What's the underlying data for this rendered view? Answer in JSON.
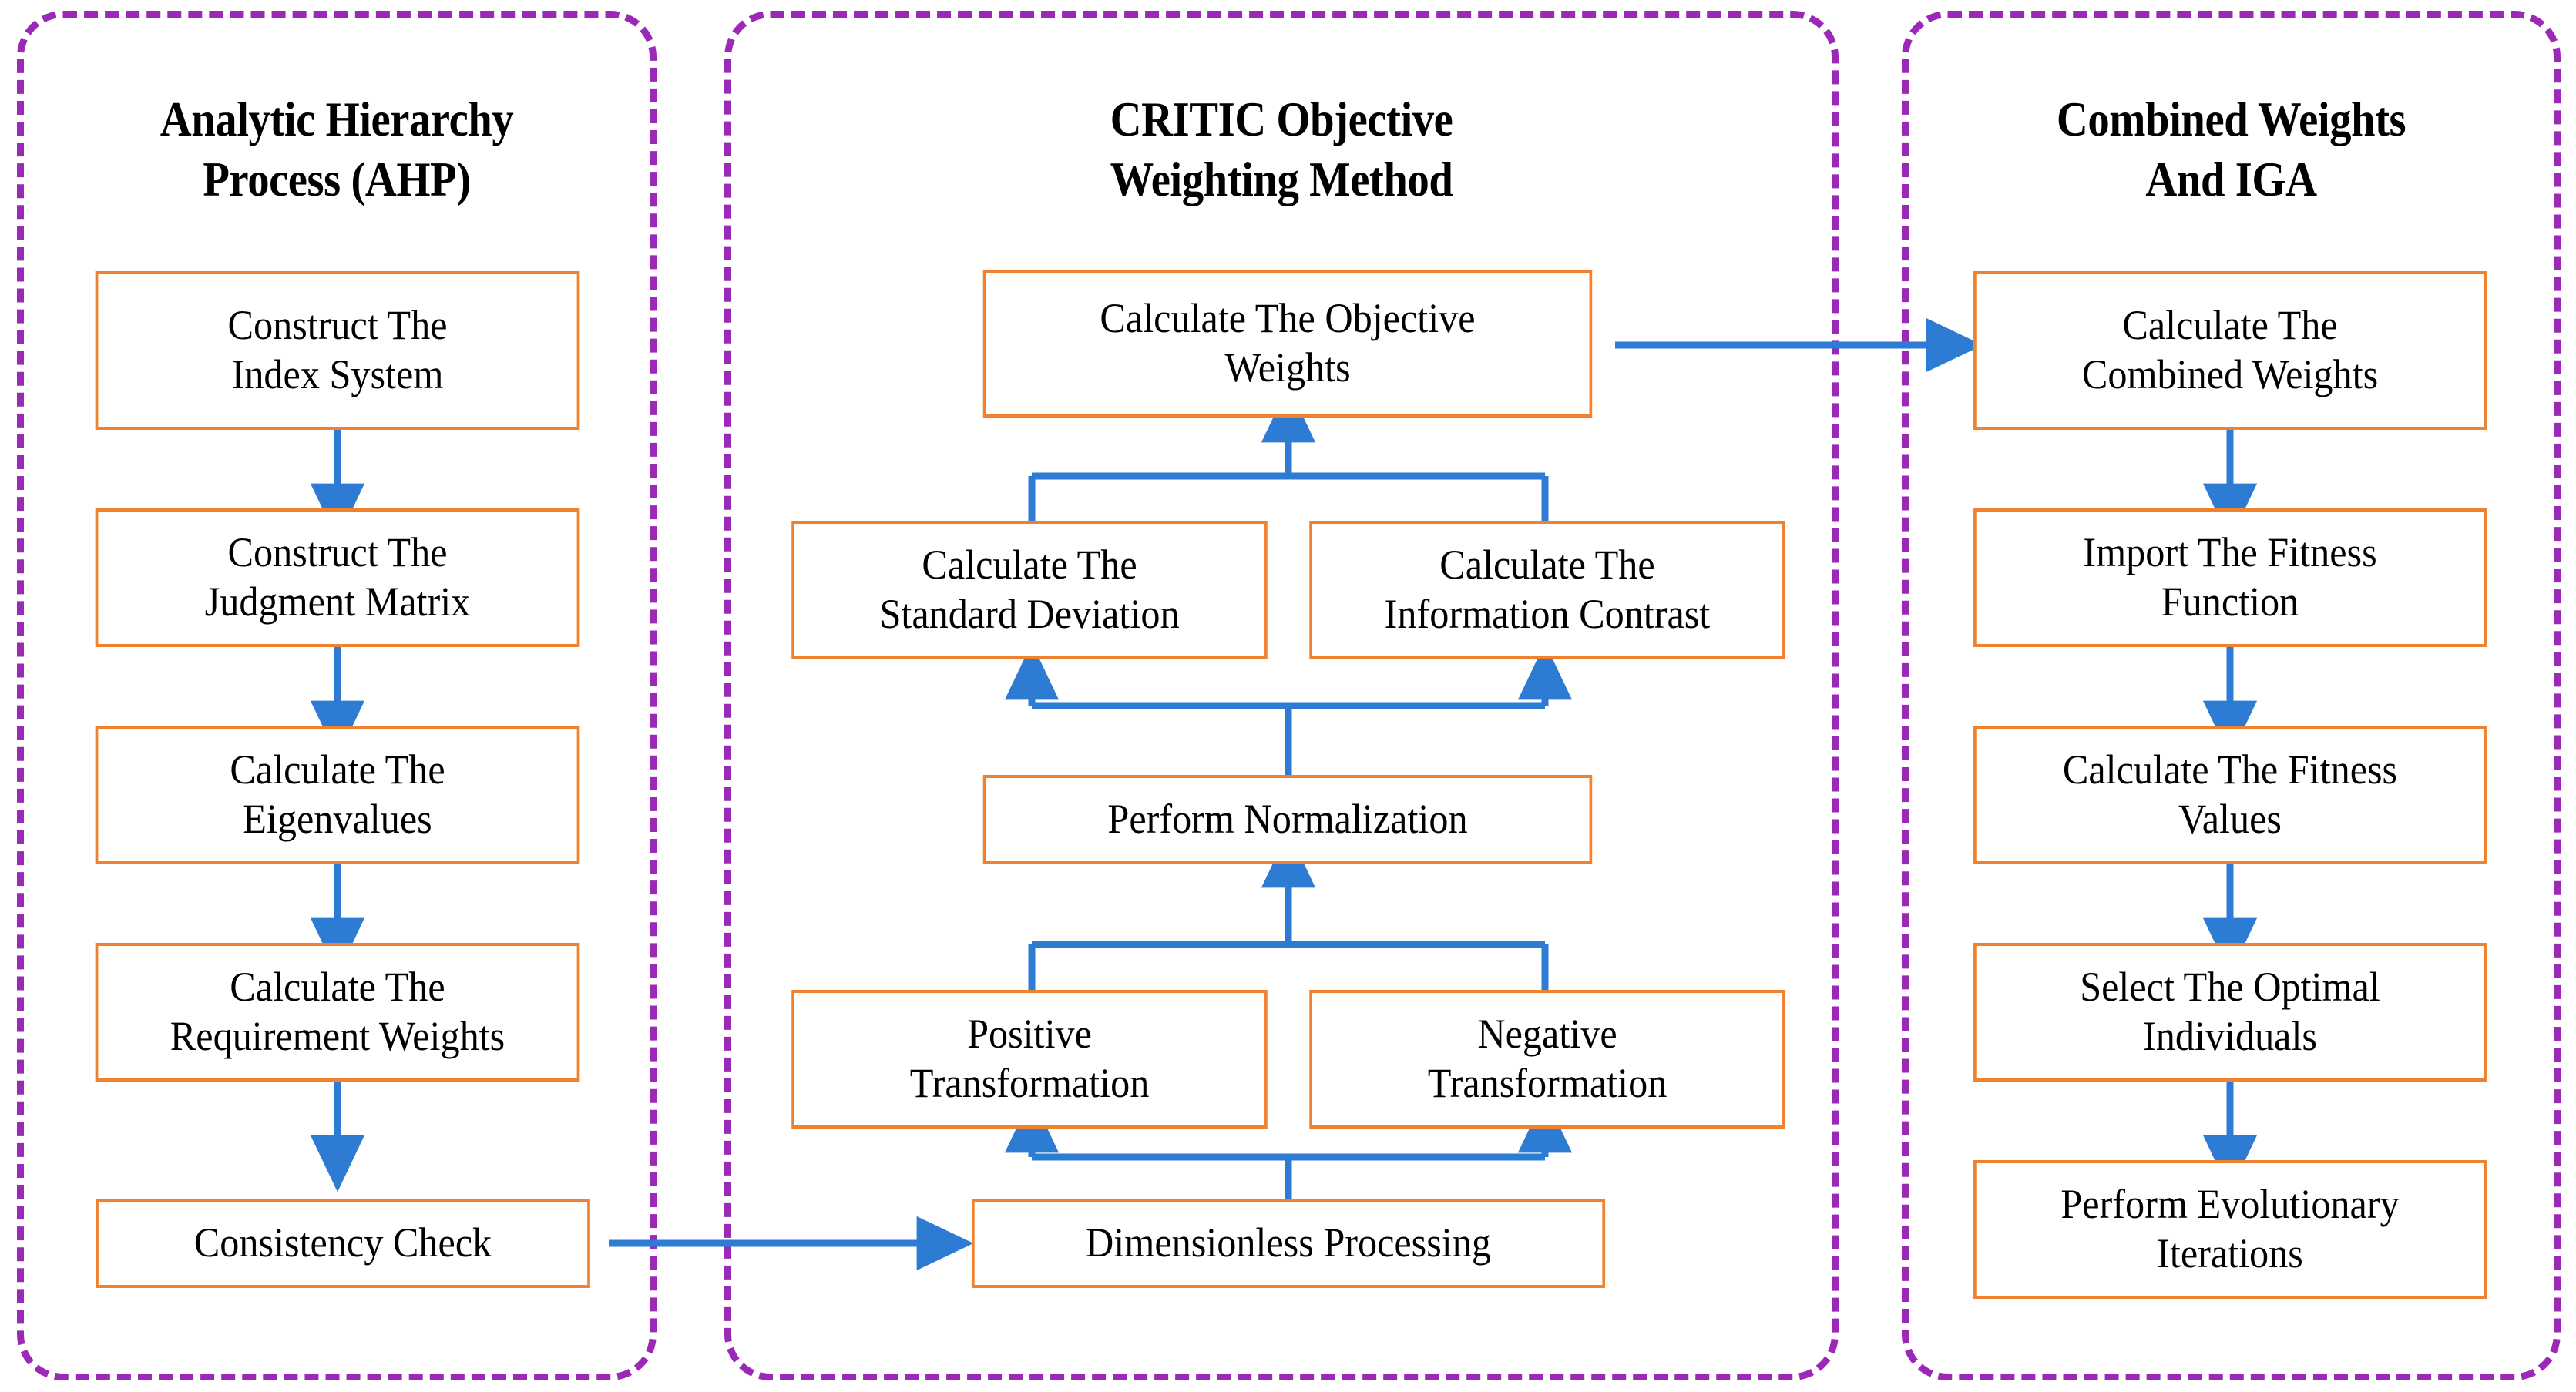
{
  "diagram": {
    "title_hidden": "",
    "colors": {
      "box_border": "#F0822F",
      "arrow": "#2E7BD4",
      "panel_border": "#9C28B8",
      "text": "#000000",
      "background": "#FFFFFF"
    }
  },
  "panels": [
    {
      "id": "ahp",
      "title": "Analytic Hierarchy\nProcess (AHP)"
    },
    {
      "id": "critic",
      "title": "CRITIC Objective\nWeighting Method"
    },
    {
      "id": "combined",
      "title": "Combined Weights\nAnd IGA"
    }
  ],
  "ahp": {
    "title_line1": "Analytic Hierarchy",
    "title_line2": "Process (AHP)",
    "nodes": [
      {
        "id": "ahp-1",
        "label": "Construct The\nIndex System"
      },
      {
        "id": "ahp-2",
        "label": "Construct The\nJudgment Matrix"
      },
      {
        "id": "ahp-3",
        "label": "Calculate The\nEigenvalues"
      },
      {
        "id": "ahp-4",
        "label": "Calculate The\nRequirement Weights"
      },
      {
        "id": "ahp-5",
        "label": "Consistency Check"
      }
    ]
  },
  "critic": {
    "title_line1": "CRITIC Objective",
    "title_line2": "Weighting Method",
    "nodes": [
      {
        "id": "critic-1",
        "label": "Calculate The Objective\nWeights"
      },
      {
        "id": "critic-2",
        "label": "Calculate The\nStandard Deviation"
      },
      {
        "id": "critic-3",
        "label": "Calculate The\nInformation Contrast"
      },
      {
        "id": "critic-4",
        "label": "Perform Normalization"
      },
      {
        "id": "critic-5",
        "label": "Positive\nTransformation"
      },
      {
        "id": "critic-6",
        "label": "Negative\nTransformation"
      },
      {
        "id": "critic-7",
        "label": "Dimensionless Processing"
      }
    ]
  },
  "combined": {
    "title_line1": "Combined Weights",
    "title_line2": "And IGA",
    "nodes": [
      {
        "id": "comb-1",
        "label": "Calculate The\nCombined Weights"
      },
      {
        "id": "comb-2",
        "label": "Import The  Fitness\nFunction"
      },
      {
        "id": "comb-3",
        "label": "Calculate The  Fitness\nValues"
      },
      {
        "id": "comb-4",
        "label": "Select The  Optimal\nIndividuals"
      },
      {
        "id": "comb-5",
        "label": "Perform Evolutionary\nIterations"
      }
    ]
  },
  "edges": [
    {
      "from": "ahp-1",
      "to": "ahp-2",
      "kind": "vertical-down"
    },
    {
      "from": "ahp-2",
      "to": "ahp-3",
      "kind": "vertical-down"
    },
    {
      "from": "ahp-3",
      "to": "ahp-4",
      "kind": "vertical-down"
    },
    {
      "from": "ahp-4",
      "to": "ahp-5",
      "kind": "vertical-down"
    },
    {
      "from": "ahp-5",
      "to": "critic-7",
      "kind": "horizontal-right"
    },
    {
      "from": "critic-7",
      "to": "critic-5",
      "kind": "split-up"
    },
    {
      "from": "critic-7",
      "to": "critic-6",
      "kind": "split-up"
    },
    {
      "from": "critic-5",
      "to": "critic-4",
      "kind": "merge-up"
    },
    {
      "from": "critic-6",
      "to": "critic-4",
      "kind": "merge-up"
    },
    {
      "from": "critic-4",
      "to": "critic-2",
      "kind": "split-up"
    },
    {
      "from": "critic-4",
      "to": "critic-3",
      "kind": "split-up"
    },
    {
      "from": "critic-2",
      "to": "critic-1",
      "kind": "merge-up"
    },
    {
      "from": "critic-3",
      "to": "critic-1",
      "kind": "merge-up"
    },
    {
      "from": "critic-1",
      "to": "comb-1",
      "kind": "horizontal-right"
    },
    {
      "from": "comb-1",
      "to": "comb-2",
      "kind": "vertical-down"
    },
    {
      "from": "comb-2",
      "to": "comb-3",
      "kind": "vertical-down"
    },
    {
      "from": "comb-3",
      "to": "comb-4",
      "kind": "vertical-down"
    },
    {
      "from": "comb-4",
      "to": "comb-5",
      "kind": "vertical-down"
    }
  ]
}
